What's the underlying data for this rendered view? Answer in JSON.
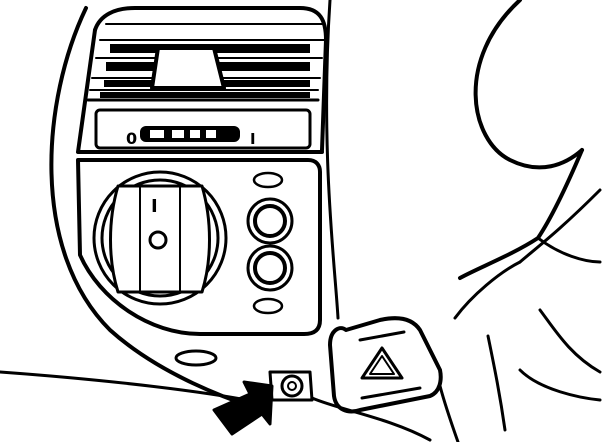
{
  "figure": {
    "vent_scale_left_mark": "0",
    "vent_scale_right_mark": "I",
    "rotary_switch_mark": "I"
  },
  "colors": {
    "ink": "#000000",
    "paper": "#ffffff"
  },
  "icons": {
    "arrow": "arrow-icon",
    "hazard": "hazard-triangle-icon"
  }
}
